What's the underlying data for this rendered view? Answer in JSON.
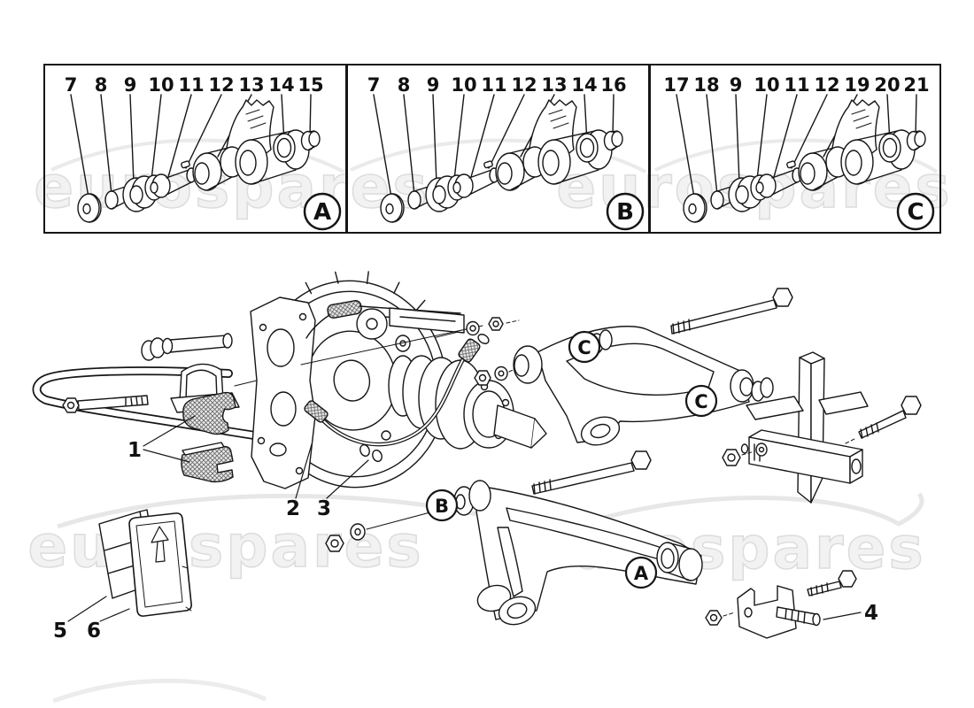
{
  "page": {
    "background": "#ffffff",
    "line_color": "#161616"
  },
  "watermark": {
    "text": "eurospares",
    "fill": "#f2f2f2",
    "stroke": "#dcdcdc"
  },
  "panels": [
    {
      "letter": "A",
      "callouts": [
        "7",
        "8",
        "9",
        "10",
        "11",
        "12",
        "13",
        "14",
        "15"
      ]
    },
    {
      "letter": "B",
      "callouts": [
        "7",
        "8",
        "9",
        "10",
        "11",
        "12",
        "13",
        "14",
        "16"
      ]
    },
    {
      "letter": "C",
      "callouts": [
        "17",
        "18",
        "9",
        "10",
        "11",
        "12",
        "19",
        "20",
        "21"
      ]
    }
  ],
  "main": {
    "callouts": {
      "n1": "1",
      "n2": "2",
      "n3": "3",
      "n4": "4",
      "n5": "5",
      "n6": "6"
    },
    "badges": {
      "upper_front": "C",
      "upper_rear": "C",
      "lower_front": "B",
      "lower_rear": "A"
    }
  }
}
